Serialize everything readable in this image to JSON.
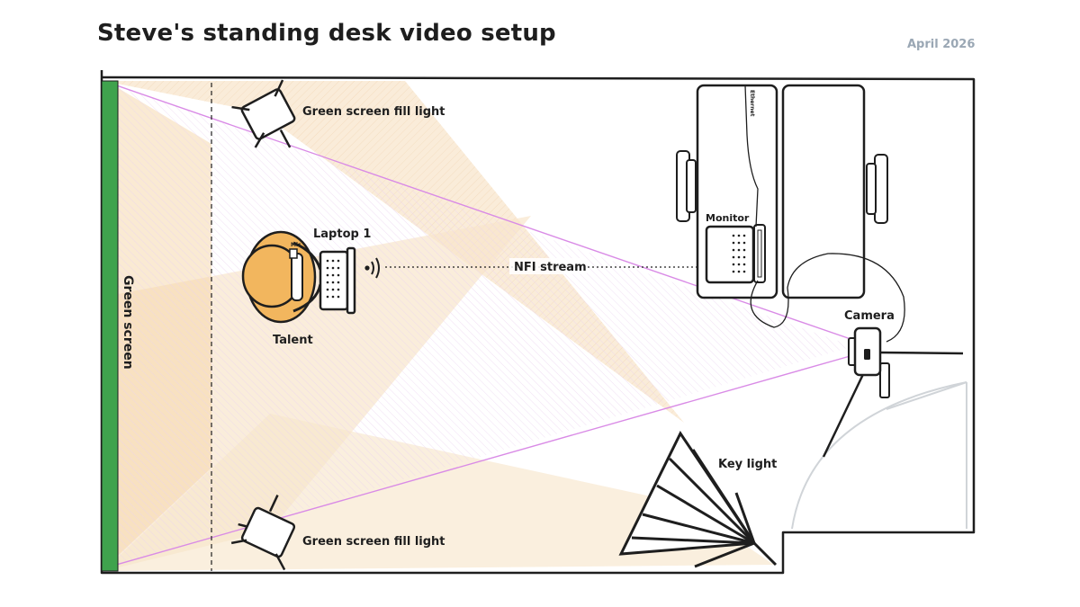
{
  "title": "Steve's standing desk video setup",
  "date": "April 2026",
  "labels": {
    "fill_light_top": "Green screen fill light",
    "fill_light_bottom": "Green screen fill light",
    "green_screen": "Green screen",
    "laptop": "Laptop 1",
    "mic": "Mic",
    "talent": "Talent",
    "nfi_stream": "NFI stream",
    "monitor": "Monitor",
    "ethernet": "Ethernet",
    "camera": "Camera",
    "key_light": "Key light"
  },
  "colors": {
    "green_screen": "#3fa34d",
    "light_cone": "#f5dcb6",
    "camera_frustum": "#d98be6",
    "talent": "#f2b65e",
    "stroke": "#1e1e1e"
  }
}
